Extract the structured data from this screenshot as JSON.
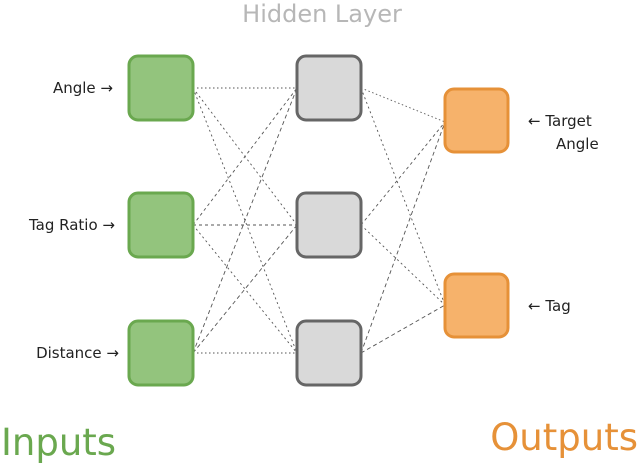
{
  "titles": {
    "hidden_layer": "Hidden Layer",
    "inputs": "Inputs",
    "outputs": "Outputs"
  },
  "inputs": [
    {
      "label": "Angle →"
    },
    {
      "label": "Tag Ratio →"
    },
    {
      "label": "Distance →"
    }
  ],
  "hidden": [
    {
      "id": "h1"
    },
    {
      "id": "h2"
    },
    {
      "id": "h3"
    }
  ],
  "outputs": [
    {
      "label_lines": [
        "← Target",
        "Angle"
      ]
    },
    {
      "label_lines": [
        "← Tag"
      ]
    }
  ],
  "colors": {
    "input_fill": "#93c47d",
    "input_stroke": "#6aa84f",
    "hidden_fill": "#d9d9d9",
    "hidden_stroke": "#666666",
    "output_fill": "#f6b26b",
    "output_stroke": "#e69138",
    "edge": "#555555",
    "hidden_title": "#b7b7b7"
  }
}
